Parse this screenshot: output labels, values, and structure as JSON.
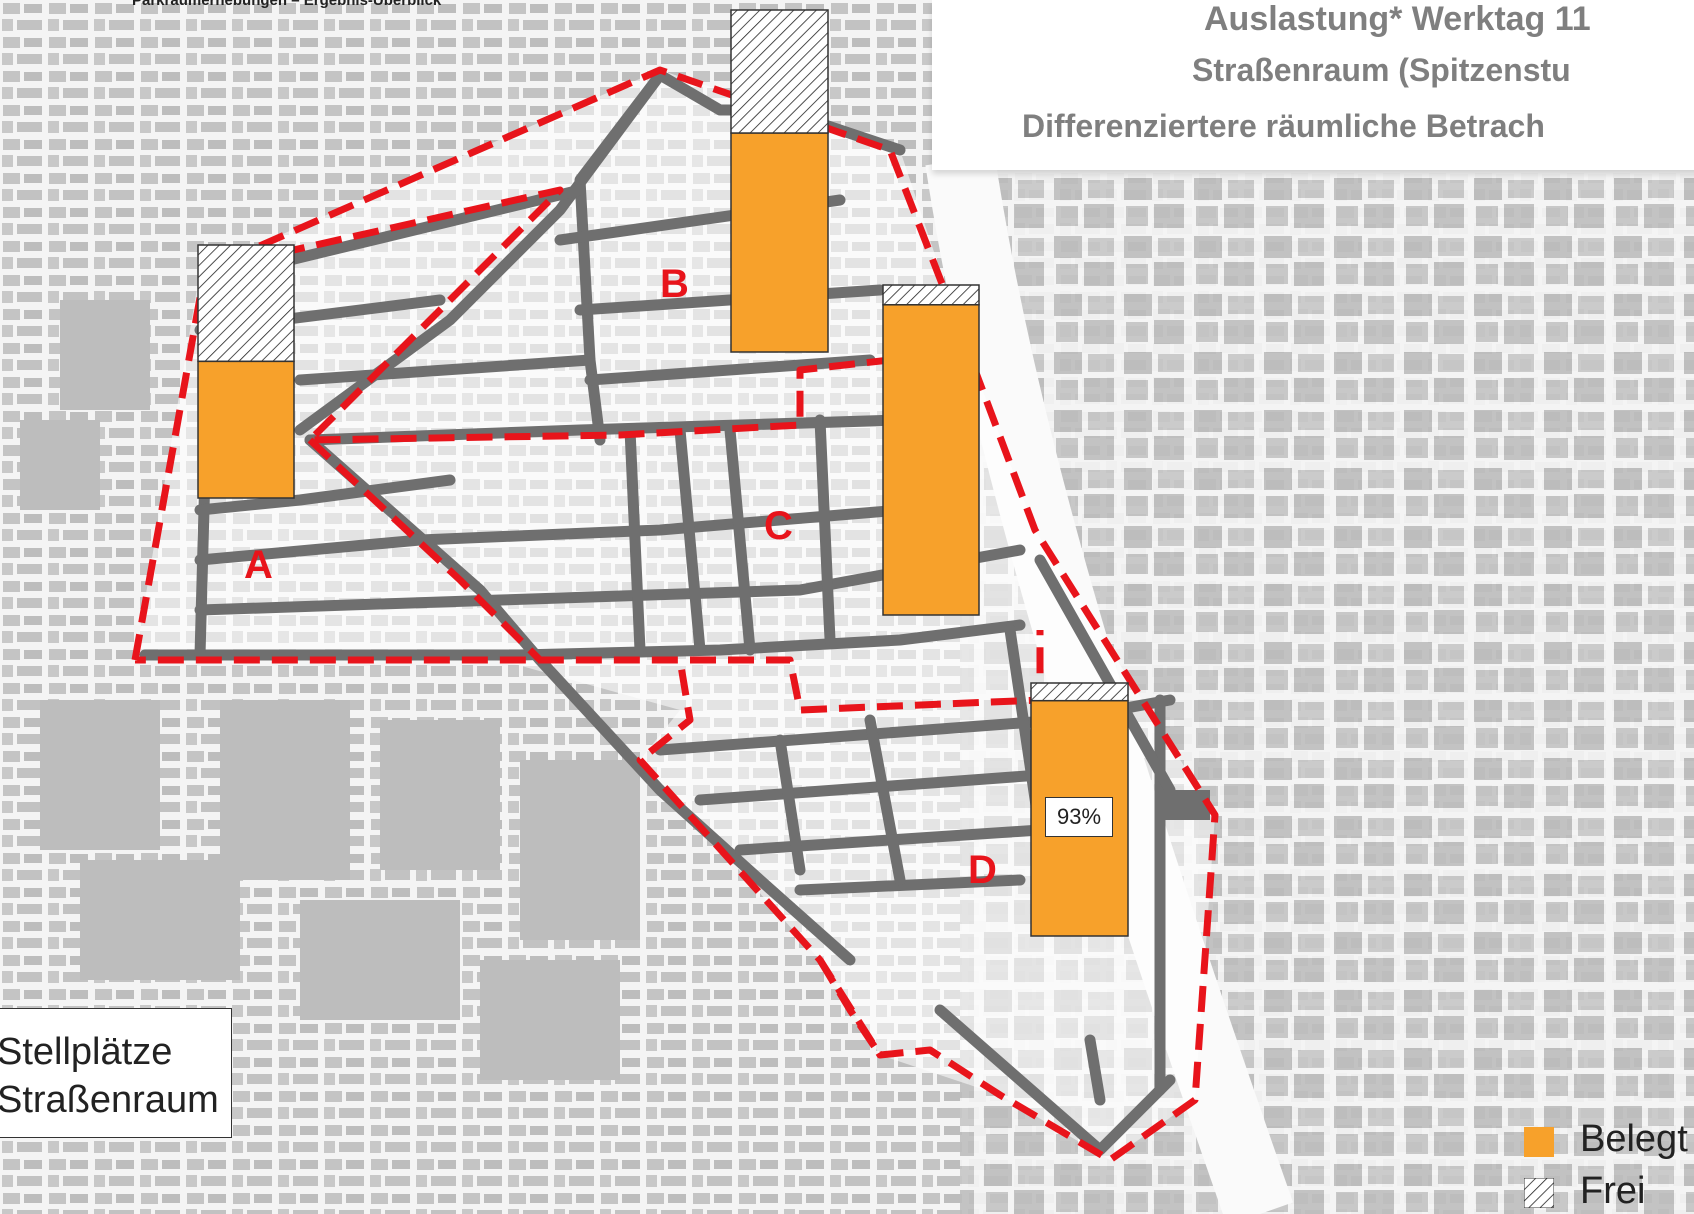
{
  "header": {
    "small_title": "Parkraumerhebungen – Ergebnis-Überblick"
  },
  "title": {
    "line1": "Auslastung* Werktag 11",
    "line2": "Straßenraum (Spitzenstu",
    "line3": "Differenziertere räumliche Betrach"
  },
  "map_legend": {
    "line1": "Stellplätze",
    "line2": "Straßenraum"
  },
  "key": {
    "occupied_label": "Belegt",
    "free_label": "Frei",
    "occupied_color": "#F7A12B",
    "free_pattern": "hatched"
  },
  "colors": {
    "boundary": "#E8141B",
    "road": "#707070",
    "buildings": "#BFBFBF",
    "background": "#F7F7F7"
  },
  "zones": [
    {
      "label": "A",
      "occupied_fraction": 0.54
    },
    {
      "label": "B",
      "occupied_fraction": 0.64
    },
    {
      "label": "C",
      "occupied_fraction": 0.94
    },
    {
      "label": "D",
      "occupied_fraction": 0.93,
      "percent_label": "93%"
    }
  ]
}
